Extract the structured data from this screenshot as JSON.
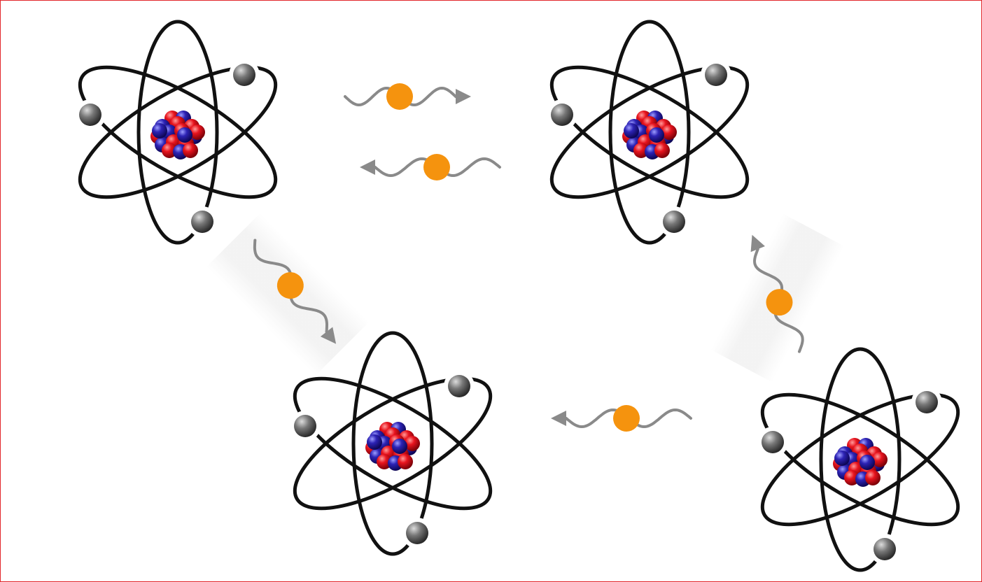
{
  "diagram": {
    "atoms": [
      {
        "id": "atom-top-left"
      },
      {
        "id": "atom-top-right"
      },
      {
        "id": "atom-bottom-middle"
      },
      {
        "id": "atom-bottom-right"
      }
    ],
    "photons": [
      {
        "id": "photon-top-rightward",
        "direction": "right"
      },
      {
        "id": "photon-top-leftward",
        "direction": "left"
      },
      {
        "id": "photon-diagonal-down",
        "direction": "down-right"
      },
      {
        "id": "photon-diagonal-up",
        "direction": "up-left"
      },
      {
        "id": "photon-bottom-leftward",
        "direction": "left"
      }
    ],
    "colors": {
      "frame_border": "#e2262b",
      "orbit": "#111111",
      "electron": "#555555",
      "proton": "#e01020",
      "neutron": "#2a1fa8",
      "photon": "#f5930e",
      "wave": "#8a8a8a"
    }
  }
}
